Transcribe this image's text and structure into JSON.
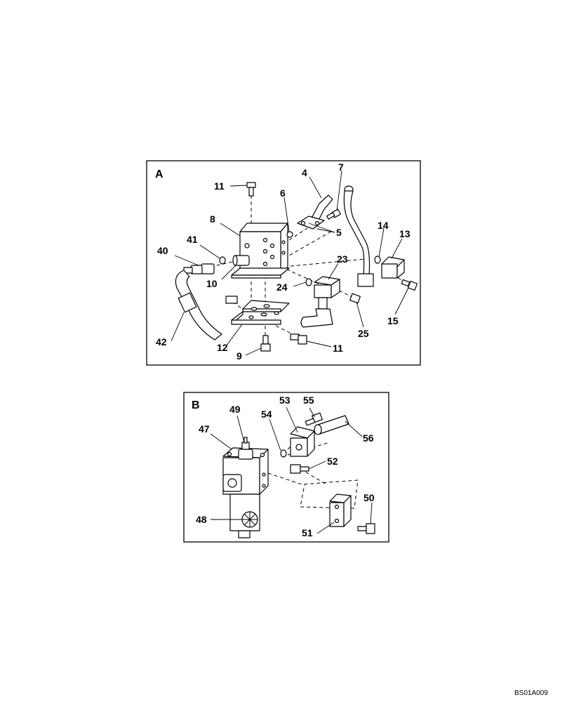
{
  "panels": [
    {
      "label": "A"
    },
    {
      "label": "B"
    }
  ],
  "callouts_a": [
    "11",
    "4",
    "7",
    "6",
    "8",
    "5",
    "14",
    "13",
    "41",
    "40",
    "23",
    "10",
    "24",
    "15",
    "25",
    "42",
    "12",
    "9",
    "11"
  ],
  "callouts_b": [
    "49",
    "53",
    "55",
    "47",
    "54",
    "56",
    "52",
    "50",
    "48",
    "51"
  ],
  "reference_code": "BS01A009"
}
